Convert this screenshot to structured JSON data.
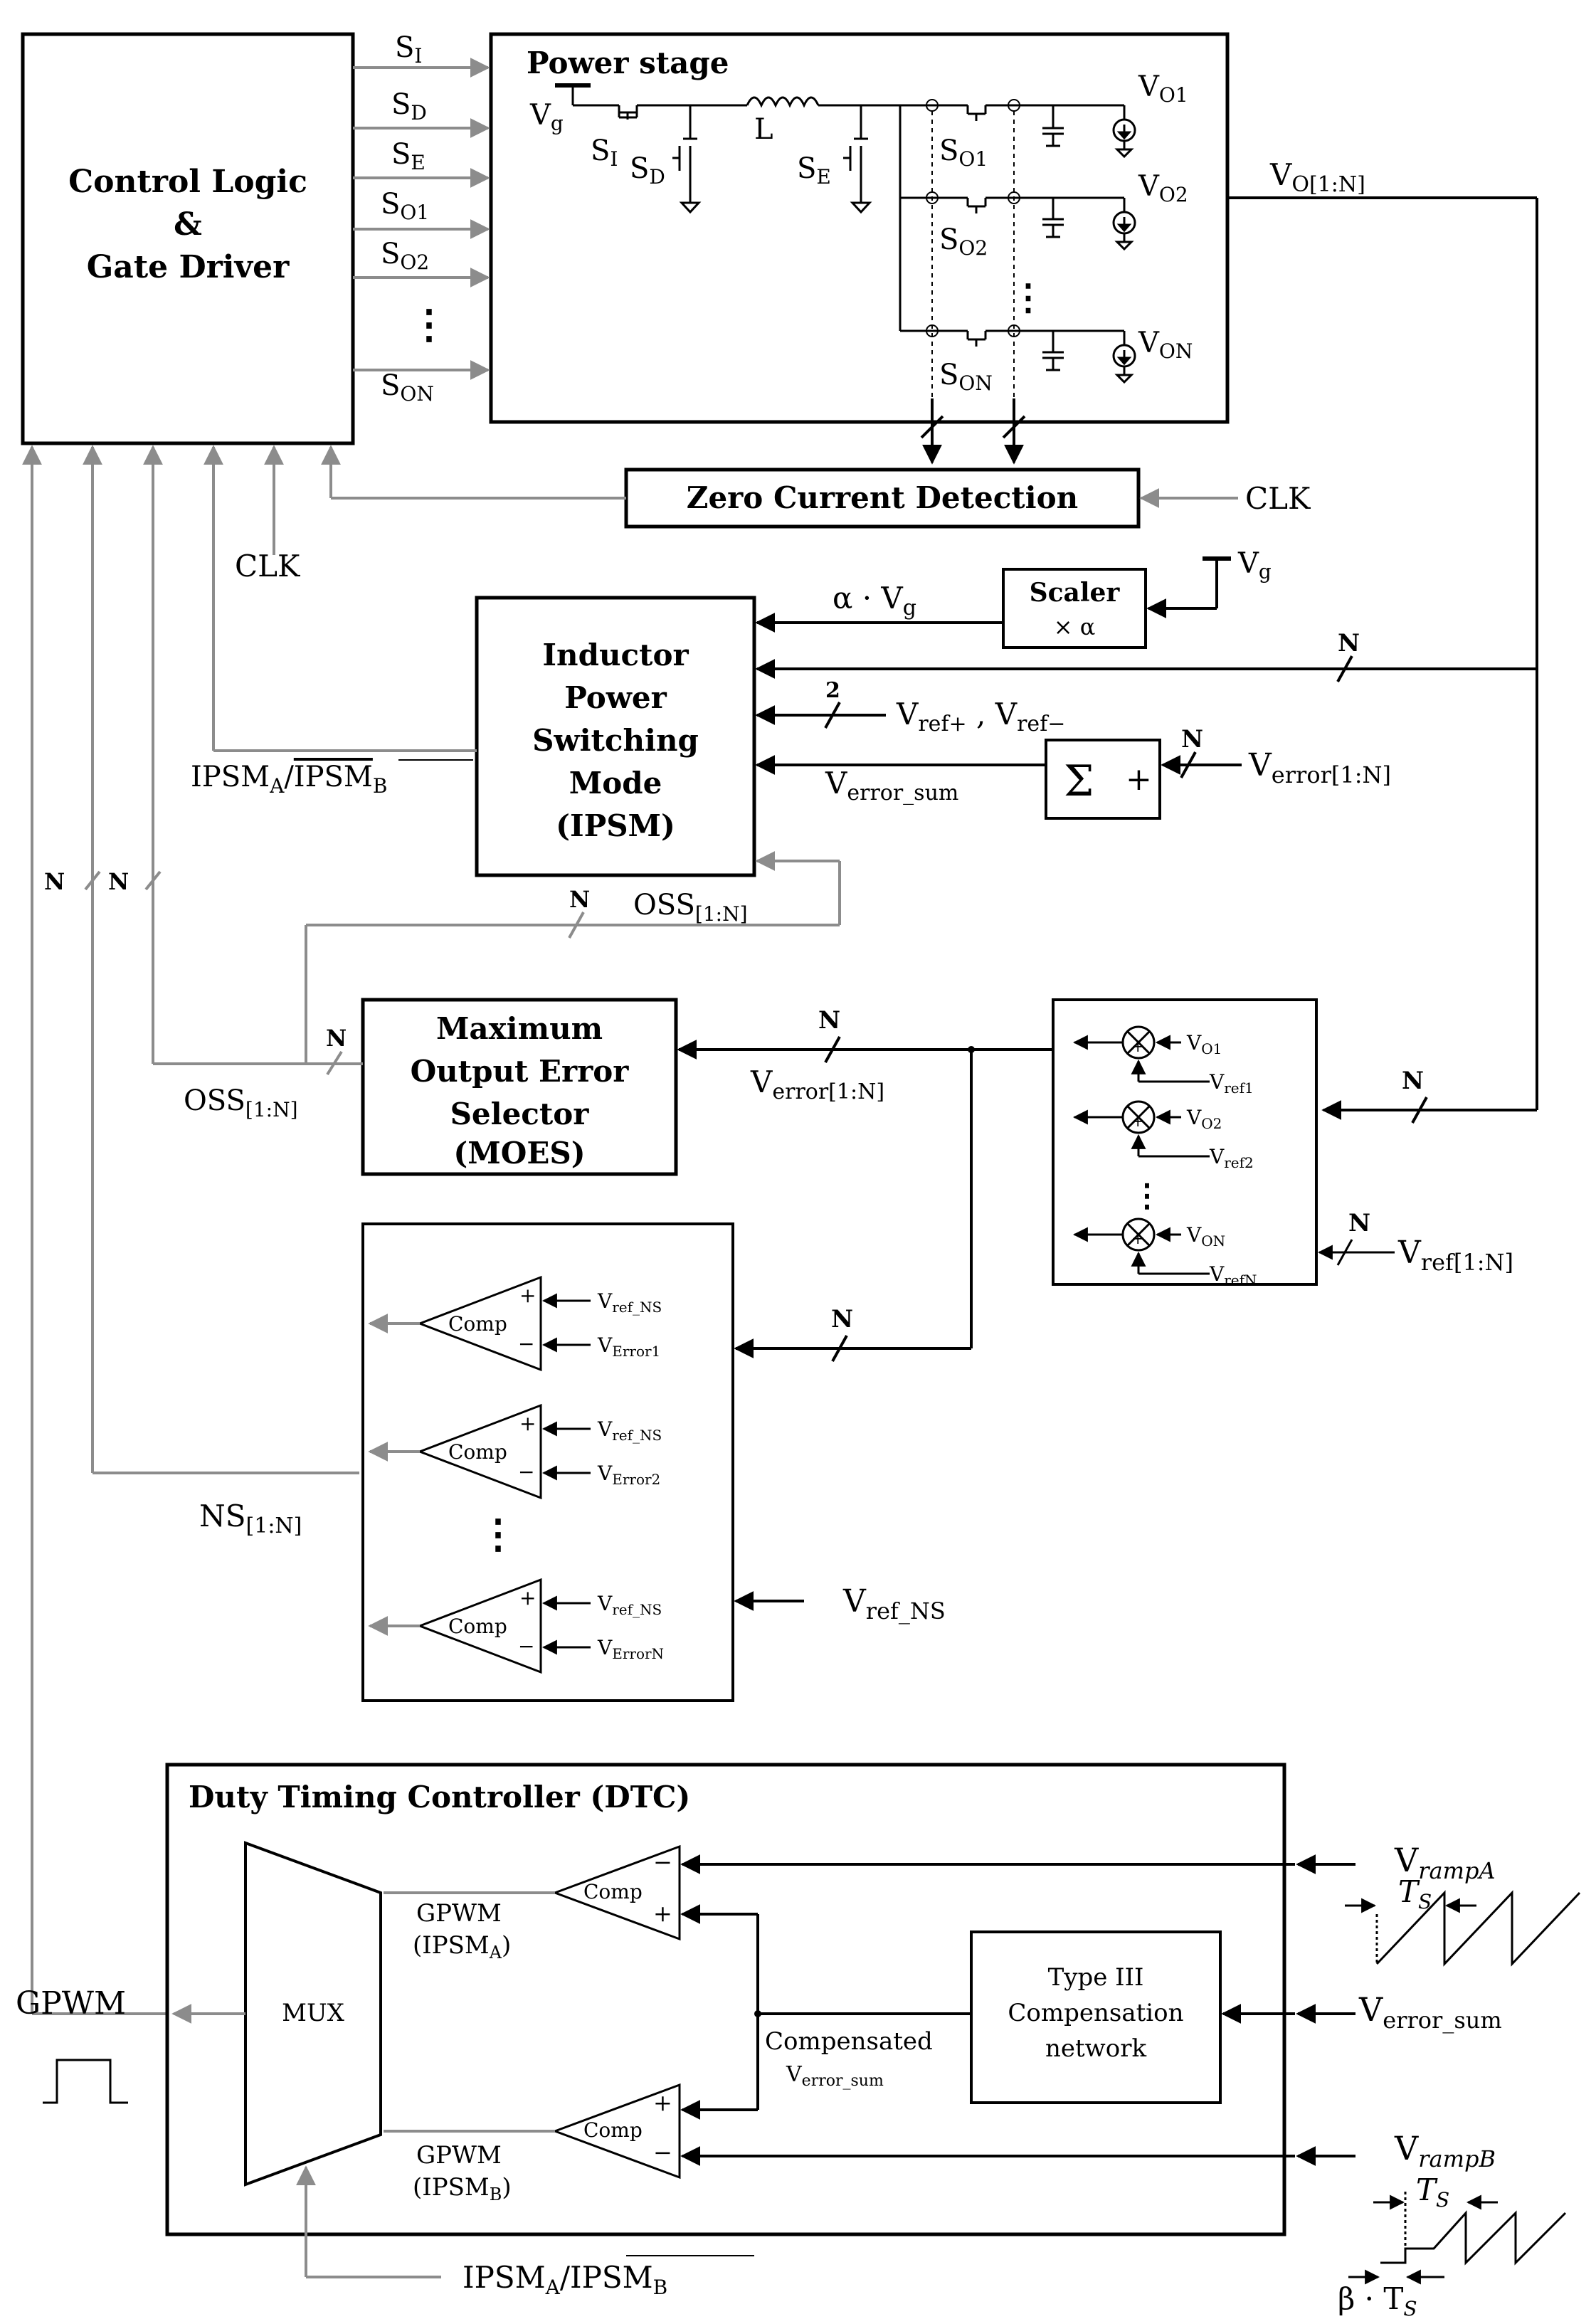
{
  "blocks": {
    "control": [
      "Control Logic",
      "&",
      "Gate Driver"
    ],
    "power_stage": "Power stage",
    "zcd": "Zero Current Detection",
    "scaler": [
      "Scaler",
      "× α"
    ],
    "ipsm": [
      "Inductor",
      "Power",
      "Switching",
      "Mode",
      "(IPSM)"
    ],
    "moes": [
      "Maximum",
      "Output Error",
      "Selector",
      "(MOES)"
    ],
    "dtc": "Duty Timing Controller (DTC)",
    "mux": "MUX",
    "type3": [
      "Type III",
      "Compensation",
      "network"
    ]
  },
  "signals": {
    "switch_drives": [
      {
        "base": "S",
        "sub": "I"
      },
      {
        "base": "S",
        "sub": "D"
      },
      {
        "base": "S",
        "sub": "E"
      },
      {
        "base": "S",
        "sub": "O1"
      },
      {
        "base": "S",
        "sub": "O2"
      },
      {
        "base": "S",
        "sub": "ON"
      }
    ],
    "vdots": "⋮",
    "power_stage_labels": {
      "vg": {
        "base": "V",
        "sub": "g"
      },
      "si": {
        "base": "S",
        "sub": "I"
      },
      "sd": {
        "base": "S",
        "sub": "D"
      },
      "l": "L",
      "se": {
        "base": "S",
        "sub": "E"
      },
      "so1": {
        "base": "S",
        "sub": "O1"
      },
      "so2": {
        "base": "S",
        "sub": "O2"
      },
      "son": {
        "base": "S",
        "sub": "ON"
      },
      "vo1": {
        "base": "V",
        "sub": "O1"
      },
      "vo2": {
        "base": "V",
        "sub": "O2"
      },
      "von": {
        "base": "V",
        "sub": "ON"
      }
    },
    "vo_bus": {
      "base": "V",
      "sub": "O[1:N]"
    },
    "clk_right": "CLK",
    "clk_bottom": "CLK",
    "vg_scaler": {
      "base": "V",
      "sub": "g"
    },
    "alpha_vg": {
      "base": "α · V",
      "sub": "g"
    },
    "vref_pm": {
      "a_base": "V",
      "a_sub": "ref+",
      "sep": " ,  ",
      "b_base": "V",
      "b_sub": "ref−"
    },
    "bus_2": "2",
    "verror_sum_ipsm": {
      "base": "V",
      "sub": "error_sum"
    },
    "sigma": "Σ",
    "plus": "+",
    "verror_in": {
      "base": "V",
      "sub": "error[1:N]"
    },
    "ipsm_out": {
      "base": "IPSM",
      "sub": "A",
      "slash": "/",
      "bar_base": "IPSM",
      "bar_sub": "B"
    },
    "oss_top": {
      "base": "OSS",
      "sub": "[1:N]"
    },
    "oss_left": {
      "base": "OSS",
      "sub": "[1:N]"
    },
    "verror_moes": {
      "base": "V",
      "sub": "error[1:N]"
    },
    "ns_bus": {
      "base": "NS",
      "sub": "[1:N]"
    },
    "vref_ns_in": {
      "base": "V",
      "sub": "ref_NS"
    },
    "vref_in": {
      "base": "V",
      "sub": "ref[1:N]"
    },
    "bus_n": "N",
    "error_amp_rows": [
      {
        "in_base": "V",
        "in_sub": "O1",
        "ref_base": "V",
        "ref_sub": "ref1"
      },
      {
        "in_base": "V",
        "in_sub": "O2",
        "ref_base": "V",
        "ref_sub": "ref2"
      },
      {
        "in_base": "V",
        "in_sub": "ON",
        "ref_base": "V",
        "ref_sub": "refN"
      }
    ],
    "comparators": [
      {
        "label": "Comp",
        "ref_base": "V",
        "ref_sub": "ref_NS",
        "err_base": "V",
        "err_sub": "Error1"
      },
      {
        "label": "Comp",
        "ref_base": "V",
        "ref_sub": "ref_NS",
        "err_base": "V",
        "err_sub": "Error2"
      },
      {
        "label": "Comp",
        "ref_base": "V",
        "ref_sub": "ref_NS",
        "err_base": "V",
        "err_sub": "ErrorN"
      }
    ],
    "dtc": {
      "comp_label": "Comp",
      "gpwm_a": [
        "GPWM",
        {
          "base": "(IPSM",
          "sub": "A",
          "tail": ")"
        }
      ],
      "gpwm_b": [
        "GPWM",
        {
          "base": "(IPSM",
          "sub": "B",
          "tail": ")"
        }
      ],
      "compensated": [
        "Compensated",
        {
          "base": "V",
          "sub": "error_sum"
        }
      ],
      "vramp_a": {
        "base": "V",
        "sub": "rampA"
      },
      "vramp_b": {
        "base": "V",
        "sub": "rampB"
      },
      "verror_sum": {
        "base": "V",
        "sub": "error_sum"
      },
      "ts": {
        "base": "T",
        "sub": "S"
      },
      "beta_ts": {
        "base": "β · T",
        "sub": "S"
      },
      "gpwm_out": "GPWM",
      "mux_sel": {
        "base": "IPSM",
        "sub": "A",
        "slash": "/",
        "bar_base": "IPSM",
        "bar_sub": "B"
      }
    },
    "pm_minus": "−"
  }
}
